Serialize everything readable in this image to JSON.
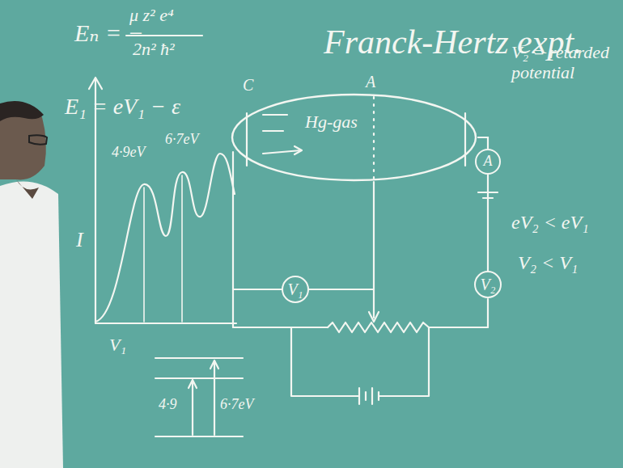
{
  "diagram": {
    "nodes": [
      {
        "text": [
          "Hg-gas"
        ]
      },
      {
        "text": [
          "A"
        ]
      },
      {
        "text": [
          "V₁"
        ]
      },
      {
        "text": [
          "V₂"
        ]
      }
    ],
    "edges": [
      {
        "from": 0,
        "to": 1,
        "arrow": "none"
      },
      {
        "from": 1,
        "to": 3,
        "arrow": "none"
      }
    ],
    "labels": [
      "Eₙ = −",
      "μ z² e⁴",
      "2n² ħ²",
      "Franck-Hertz expt.",
      "E₁ = eV₁ − ε",
      "C",
      "A",
      "V₂ = retarded potential",
      "eV₂ < eV₁",
      "V₂ < V₁",
      "I",
      "V₁",
      "4·9eV",
      "6·7eV",
      "4·9",
      "6·7eV"
    ]
  }
}
